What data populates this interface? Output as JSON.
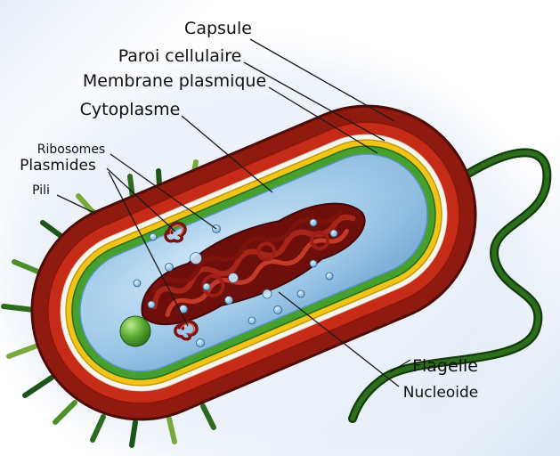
{
  "labels": {
    "capsule": "Capsule",
    "paroi": "Paroi cellulaire",
    "membrane": "Membrane plasmique",
    "cytoplasme": "Cytoplasme",
    "ribosomes": "Ribosomes",
    "plasmides": "Plasmides",
    "pili": "Pili",
    "flagelle": "Flagelle",
    "nucleoide": "Nucleoide"
  },
  "colors": {
    "capsule_dark_red": "#8f1a10",
    "wall_bright_red": "#c62b17",
    "gap_white": "#f8f6ef",
    "wall_yellow": "#f2c41a",
    "membrane_green": "#46a02e",
    "cytoplasm_blue": "#9cc6e8",
    "nucleoid_dark_red": "#6f0f0c",
    "flagellum_green": "#2c6e1c",
    "label_line_black": "#1a1a1a"
  }
}
